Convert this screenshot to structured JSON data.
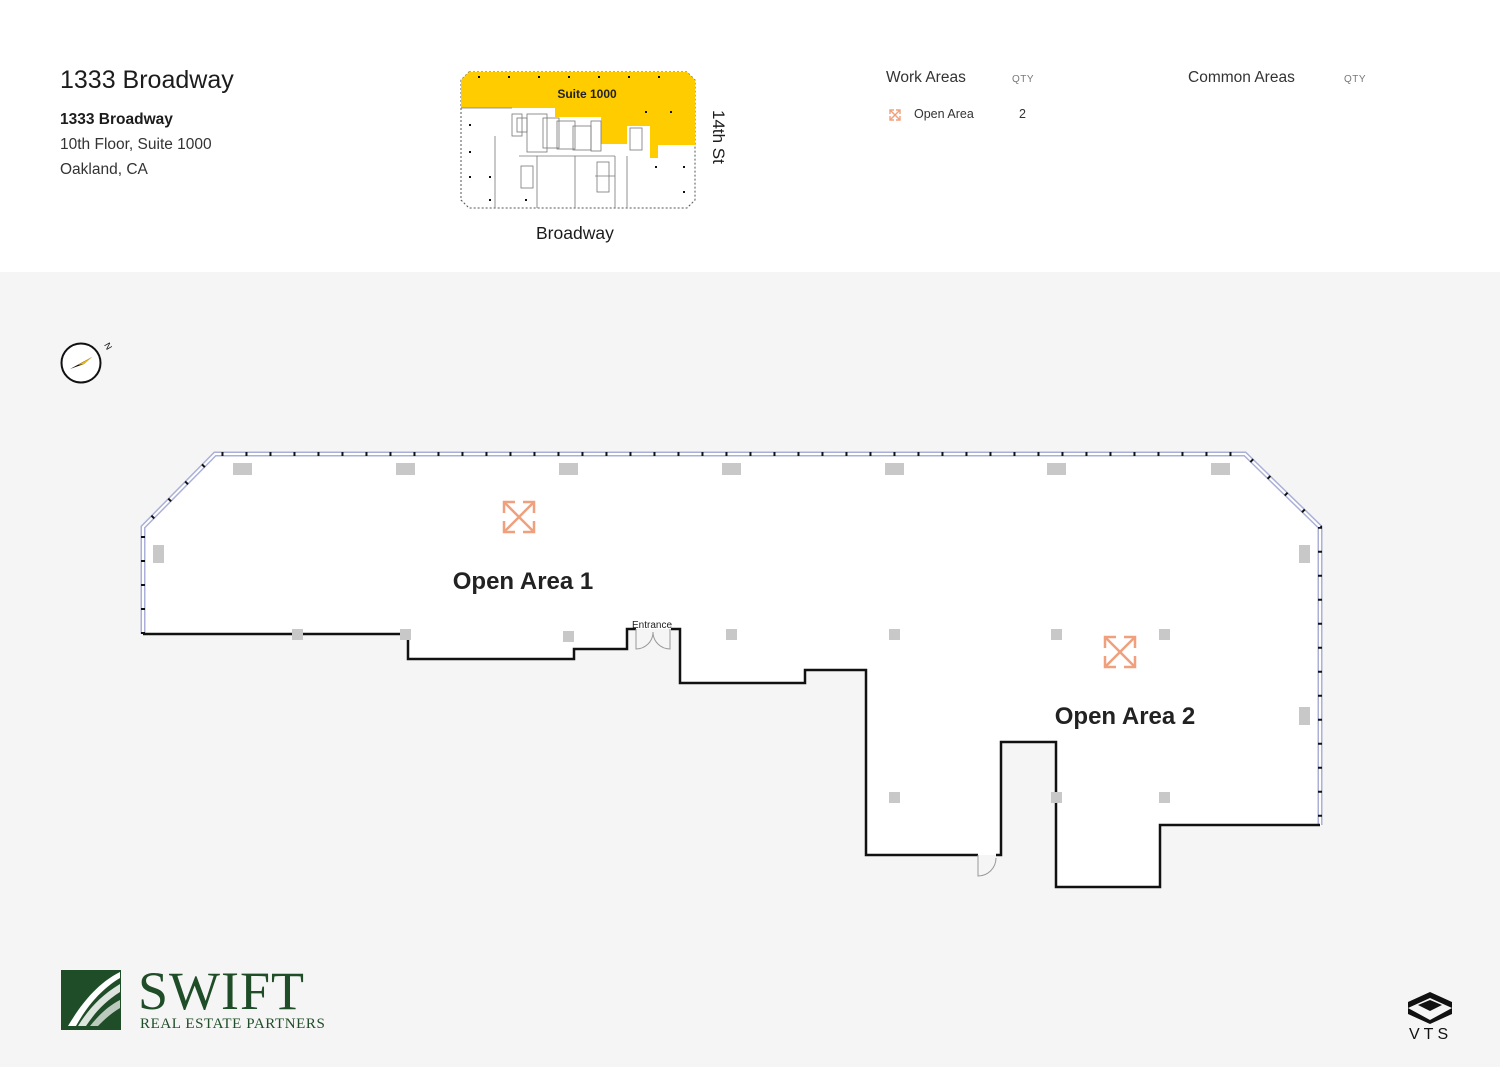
{
  "header": {
    "title": "1333 Broadway",
    "address_line1": "1333 Broadway",
    "address_line2": "10th Floor, Suite 1000",
    "address_line3": "Oakland, CA"
  },
  "keyplan": {
    "suite_label": "Suite 1000",
    "street_right": "14th St",
    "street_bottom": "Broadway",
    "highlight_color": "#ffcc00"
  },
  "legend": {
    "work_areas": {
      "heading": "Work Areas",
      "qty_label": "QTY",
      "items": [
        {
          "icon": "expand-arrows-icon",
          "label": "Open Area",
          "qty": "2"
        }
      ]
    },
    "common_areas": {
      "heading": "Common Areas",
      "qty_label": "QTY",
      "items": []
    }
  },
  "floorplan": {
    "rooms": [
      {
        "label": "Open Area 1",
        "icon": "expand-arrows-icon"
      },
      {
        "label": "Open Area 2",
        "icon": "expand-arrows-icon"
      }
    ],
    "entrance_label": "Entrance",
    "compass_label": "N",
    "icon_color": "#f0a07c",
    "column_color": "#c8c8c8"
  },
  "branding": {
    "company": "SWIFT",
    "company_sub": "REAL ESTATE PARTNERS",
    "brand_color": "#1f4d27",
    "platform": "VTS"
  }
}
